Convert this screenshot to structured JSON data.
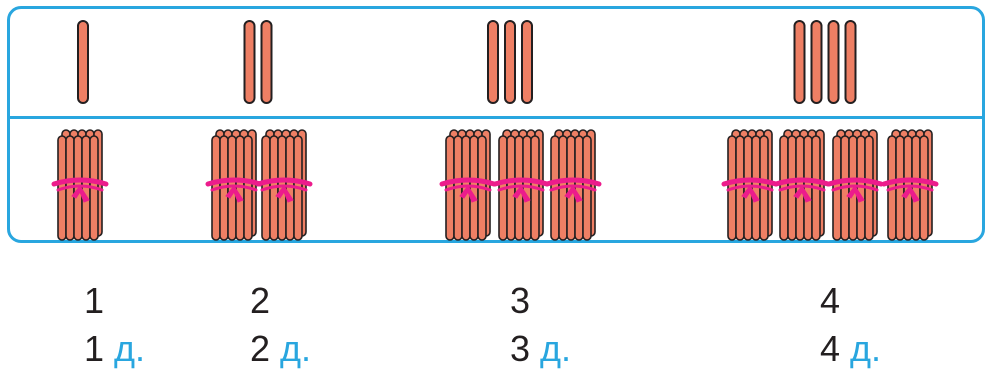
{
  "colors": {
    "frame": "#29a6df",
    "stick_fill": "#ee7f64",
    "stick_outline": "#231f20",
    "ribbon": "#ec1c8c",
    "number_text": "#231f20",
    "unit_text": "#29a6df"
  },
  "groups": [
    {
      "count": 1,
      "number": "1",
      "tens_number": "1",
      "unit": "д."
    },
    {
      "count": 2,
      "number": "2",
      "tens_number": "2",
      "unit": "д."
    },
    {
      "count": 3,
      "number": "3",
      "tens_number": "3",
      "unit": "д."
    },
    {
      "count": 4,
      "number": "4",
      "tens_number": "4",
      "unit": "д."
    }
  ]
}
